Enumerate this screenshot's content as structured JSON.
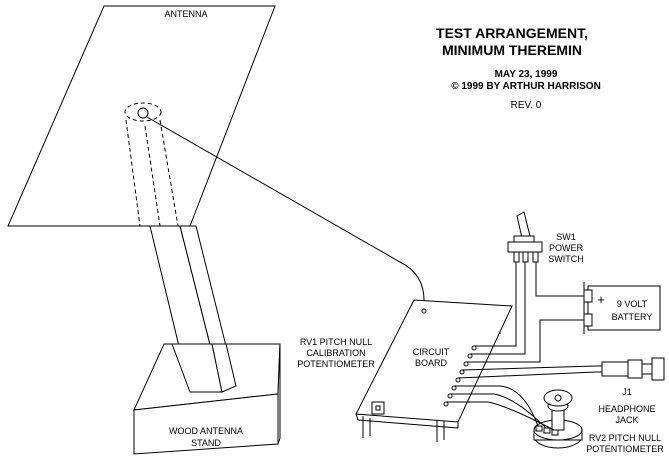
{
  "title_line1": "TEST ARRANGEMENT,",
  "title_line2": "MINIMUM THEREMIN",
  "date": "MAY 23, 1999",
  "copyright": "© 1999 BY ARTHUR HARRISON",
  "revision": "REV. 0",
  "labels": {
    "antenna": "ANTENNA",
    "stand_line1": "WOOD ANTENNA",
    "stand_line2": "STAND",
    "rv1_line1": "RV1 PITCH NULL",
    "rv1_line2": "CALIBRATION",
    "rv1_line3": "POTENTIOMETER",
    "board_line1": "CIRCUIT",
    "board_line2": "BOARD",
    "sw1_line1": "SW1",
    "sw1_line2": "POWER",
    "sw1_line3": "SWITCH",
    "battery_line1": "9 VOLT",
    "battery_line2": "BATTERY",
    "battery_plus": "+",
    "j1_line1": "J1",
    "j1_line2": "HEADPHONE",
    "j1_line3": "JACK",
    "rv2_line1": "RV2 PITCH NULL",
    "rv2_line2": "POTENTIOMETER"
  }
}
